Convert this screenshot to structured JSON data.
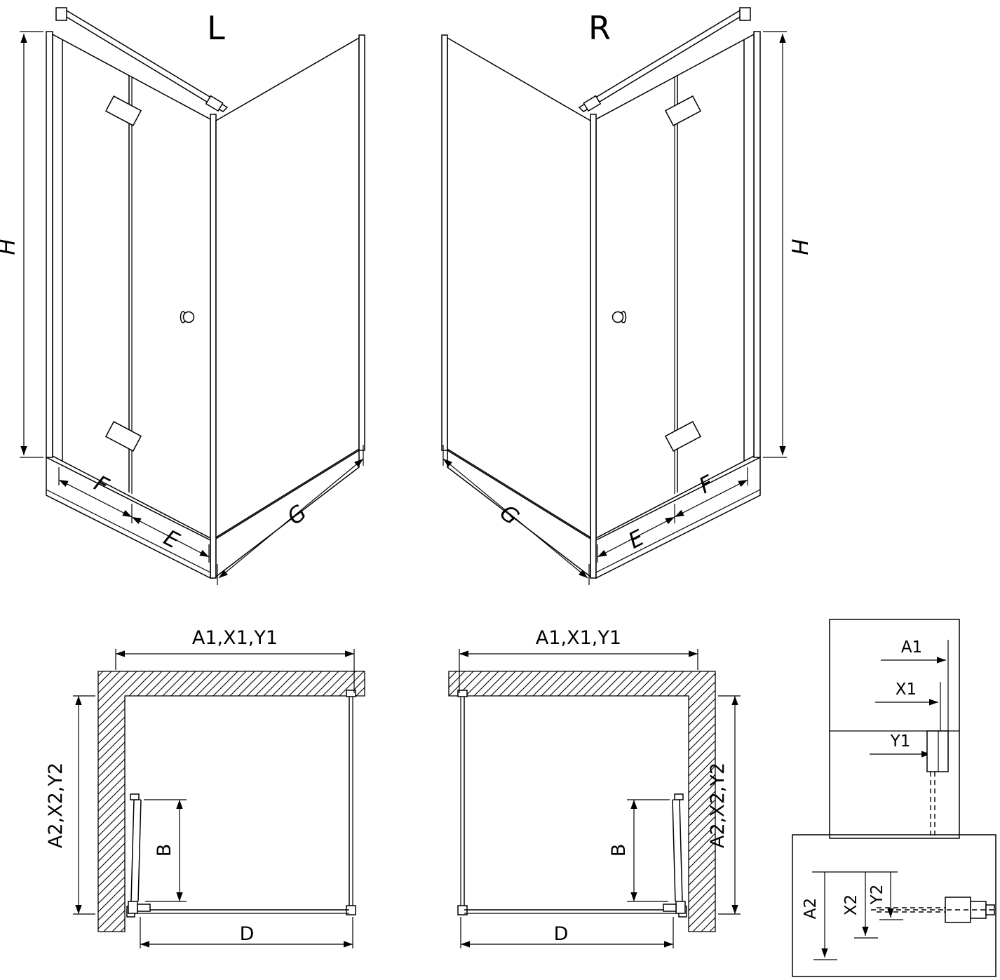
{
  "views": {
    "iso_left": {
      "variant_label": "L",
      "dims": {
        "height": "H",
        "door_panel": "F",
        "entry": "E",
        "side_panel": "G"
      }
    },
    "iso_right": {
      "variant_label": "R",
      "dims": {
        "height": "H",
        "door_panel": "F",
        "entry": "E",
        "side_panel": "G"
      }
    },
    "plan_left": {
      "dims": {
        "width_top": "A1,X1,Y1",
        "depth_side": "A2,X2,Y2",
        "door_fold": "B",
        "front_width": "D"
      }
    },
    "plan_right": {
      "dims": {
        "width_top": "A1,X1,Y1",
        "depth_side": "A2,X2,Y2",
        "door_fold": "B",
        "front_width": "D"
      }
    },
    "detail_top": {
      "labels": {
        "a1": "A1",
        "x1": "X1",
        "y1": "Y1"
      }
    },
    "detail_bottom": {
      "labels": {
        "a2": "A2",
        "x2": "X2",
        "y2": "Y2"
      }
    }
  }
}
